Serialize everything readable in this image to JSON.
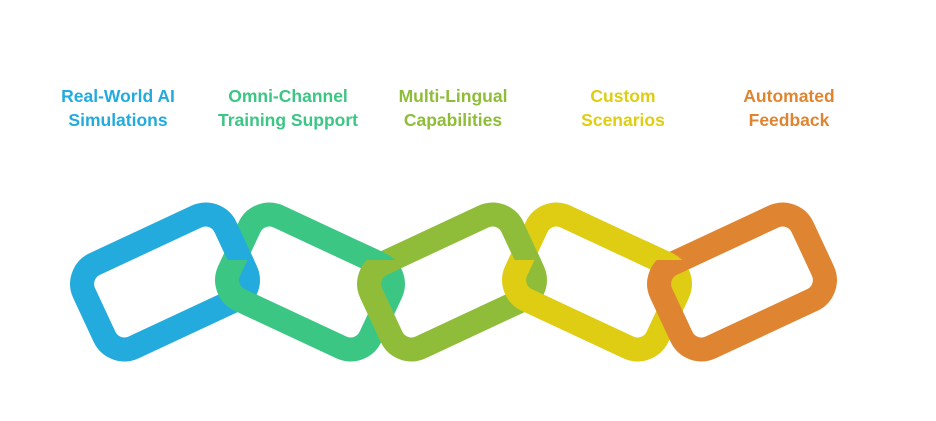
{
  "diagram": {
    "links": [
      {
        "id": "link-1",
        "lines": [
          "Real-World AI",
          "Simulations"
        ],
        "color": "#23ABDD"
      },
      {
        "id": "link-2",
        "lines": [
          "Omni-Channel",
          "Training Support"
        ],
        "color": "#3CC684"
      },
      {
        "id": "link-3",
        "lines": [
          "Multi-Lingual",
          "Capabilities"
        ],
        "color": "#8FBD3A"
      },
      {
        "id": "link-4",
        "lines": [
          "Custom",
          "Scenarios"
        ],
        "color": "#DECD13"
      },
      {
        "id": "link-5",
        "lines": [
          "Automated",
          "Feedback"
        ],
        "color": "#DF8531"
      }
    ]
  }
}
